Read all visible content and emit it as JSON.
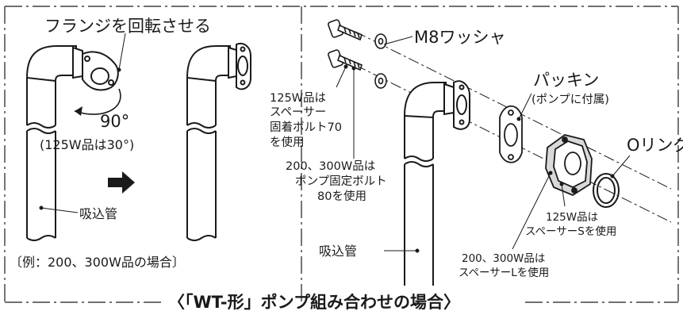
{
  "labels": {
    "rotate_flange": "フランジを回転させる",
    "angle": "90°",
    "angle_note": "(125W品は30°)",
    "suction_pipe_left": "吸込管",
    "example": "〔例：200、300W品の場合〕",
    "washer": "M8ワッシャ",
    "note_125_line1": "125W品は",
    "note_125_line2": "スペーサー",
    "note_125_line3": "固着ボルト70",
    "note_125_line4": "を使用",
    "note_200_line1": "200、300W品は",
    "note_200_line2": "ポンプ固定ボルト",
    "note_200_line3": "80を使用",
    "suction_pipe_right": "吸込管",
    "packing": "パッキン",
    "packing_note": "(ポンプに付属)",
    "o_ring": "Oリング",
    "spacer_s_line1": "125W品は",
    "spacer_s_line2": "スペーサーSを使用",
    "spacer_l_line1": "200、300W品は",
    "spacer_l_line2": "スペーサーLを使用",
    "title": "〈「WT-形」ポンプ組み合わせの場合〉"
  },
  "colors": {
    "line": "#1a1a1a",
    "part_fill": "#ffffff",
    "shadow": "#9a9a9a",
    "arrow": "#1a1a1a"
  }
}
